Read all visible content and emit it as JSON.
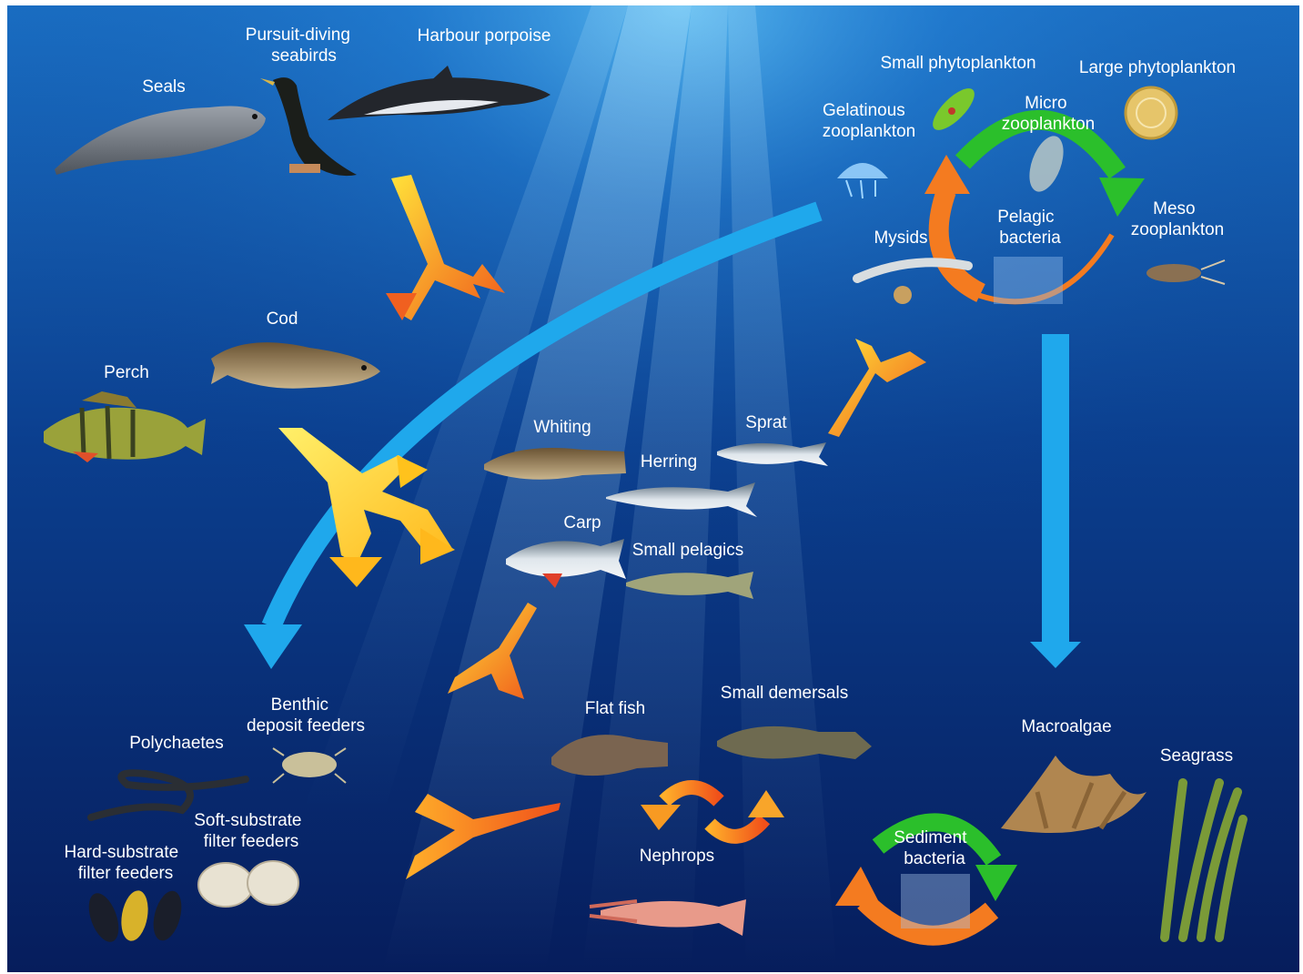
{
  "colors": {
    "water_top": "#1a6fc4",
    "water_mid": "#0b3f8f",
    "water_deep": "#061d5c",
    "flow_blue": "#1fa8ec",
    "arrow_orange": "#f47b20",
    "arrow_yellow": "#ffd21f",
    "cycle_green": "#2bbf2b",
    "label_text": "#ffffff"
  },
  "groups": {
    "seals": "Seals",
    "seabirds": [
      "Pursuit-diving",
      "seabirds"
    ],
    "harbour_porpoise": "Harbour porpoise",
    "small_phytoplankton": "Small phytoplankton",
    "large_phytoplankton": "Large phytoplankton",
    "gelatinous_zooplankton": [
      "Gelatinous",
      "zooplankton"
    ],
    "micro_zooplankton": [
      "Micro",
      "zooplankton"
    ],
    "meso_zooplankton": [
      "Meso",
      "zooplankton"
    ],
    "mysids": "Mysids",
    "pelagic_bacteria": [
      "Pelagic",
      "bacteria"
    ],
    "cod": "Cod",
    "perch": "Perch",
    "whiting": "Whiting",
    "sprat": "Sprat",
    "herring": "Herring",
    "carp": "Carp",
    "small_pelagics": "Small pelagics",
    "benthic_deposit_feeders": [
      "Benthic",
      "deposit feeders"
    ],
    "polychaetes": "Polychaetes",
    "soft_substrate_filter_feeders": [
      "Soft-substrate",
      "filter feeders"
    ],
    "hard_substrate_filter_feeders": [
      "Hard-substrate",
      "filter feeders"
    ],
    "flat_fish": "Flat fish",
    "small_demersals": "Small demersals",
    "nephrops": "Nephrops",
    "macroalgae": "Macroalgae",
    "seagrass": "Seagrass",
    "sediment_bacteria": [
      "Sediment",
      "bacteria"
    ]
  }
}
